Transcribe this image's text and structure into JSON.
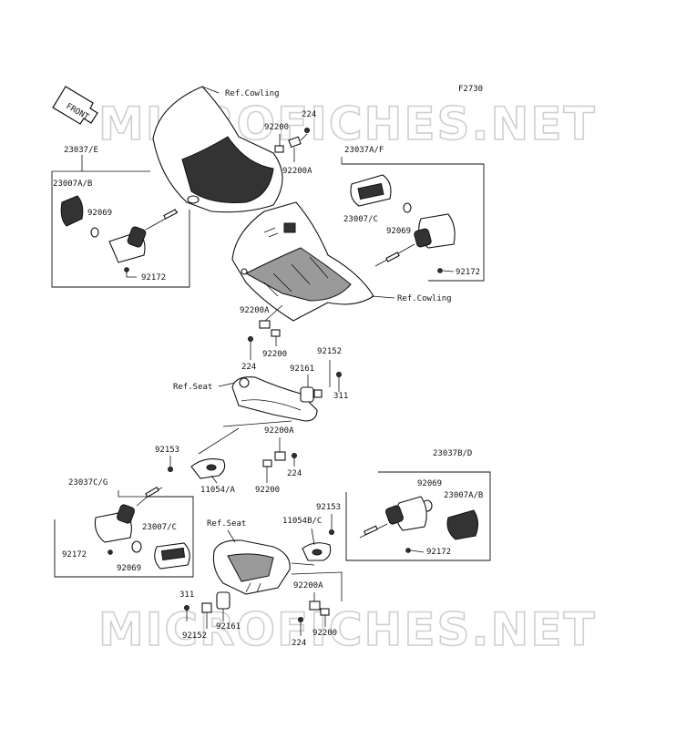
{
  "figure_code": "F2730",
  "front_label": "FRONT",
  "watermark": "MICROFICHES.NET",
  "labels": {
    "ref_cowling_top": "Ref.Cowling",
    "ref_cowling_mid": "Ref.Cowling",
    "ref_seat_top": "Ref.Seat",
    "ref_seat_bottom": "Ref.Seat",
    "p224_a": "224",
    "p92200_a": "92200",
    "p92200A_a": "92200A",
    "p23037E": "23037/E",
    "p23007AB_left": "23007A/B",
    "p92069_left": "92069",
    "p92172_left": "92172",
    "p23037AF": "23037A/F",
    "p23007C_top": "23007/C",
    "p92069_topright": "92069",
    "p92172_topright": "92172",
    "p92200A_b": "92200A",
    "p224_b": "224",
    "p92200_b": "92200",
    "p92152_a": "92152",
    "p92161_a": "92161",
    "p311_a": "311",
    "p92200A_c": "92200A",
    "p92153_a": "92153",
    "p224_c": "224",
    "p11054A": "11054/A",
    "p92200_c": "92200",
    "p23037CG": "23037C/G",
    "p23007C_left": "23007/C",
    "p92172_bl": "92172",
    "p92069_bl": "92069",
    "p23037BD": "23037B/D",
    "p92069_br": "92069",
    "p23007AB_right": "23007A/B",
    "p92172_br": "92172",
    "p92153_b": "92153",
    "p11054BC": "11054B/C",
    "p92200A_d": "92200A",
    "p92200_d": "92200",
    "p224_d": "224",
    "p311_b": "311",
    "p92152_b": "92152",
    "p92161_b": "92161"
  }
}
